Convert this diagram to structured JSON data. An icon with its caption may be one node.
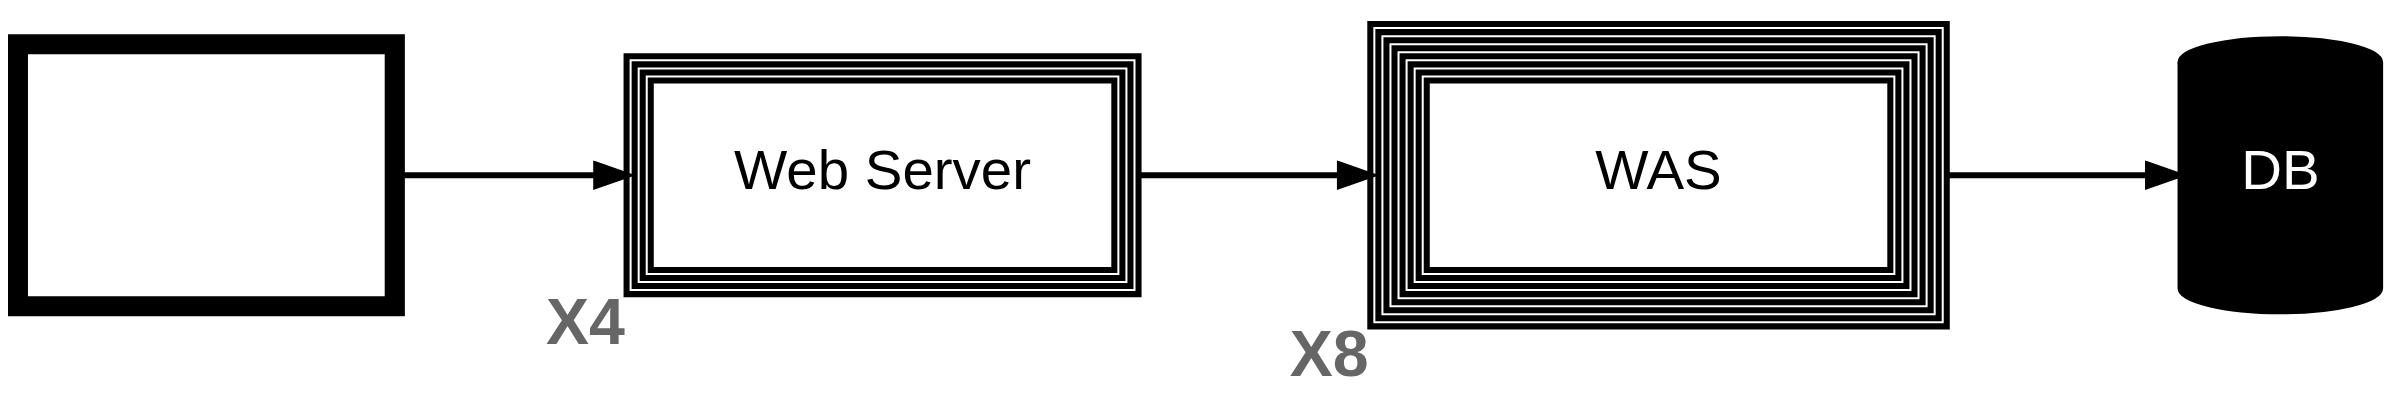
{
  "diagram": {
    "nodes": [
      {
        "text": [],
        "shape": "monitor"
      },
      {
        "text": [
          "Web Server"
        ],
        "beside": [
          "X4"
        ]
      },
      {
        "text": [
          "WAS"
        ],
        "beside": [
          "X8"
        ]
      },
      {
        "text": [
          "DB"
        ]
      }
    ],
    "edges": [
      {
        "from": 0,
        "to": 1,
        "arrow": "to"
      },
      {
        "from": 1,
        "to": 2,
        "arrow": "to"
      },
      {
        "from": 2,
        "to": 3,
        "arrow": "to"
      }
    ]
  }
}
